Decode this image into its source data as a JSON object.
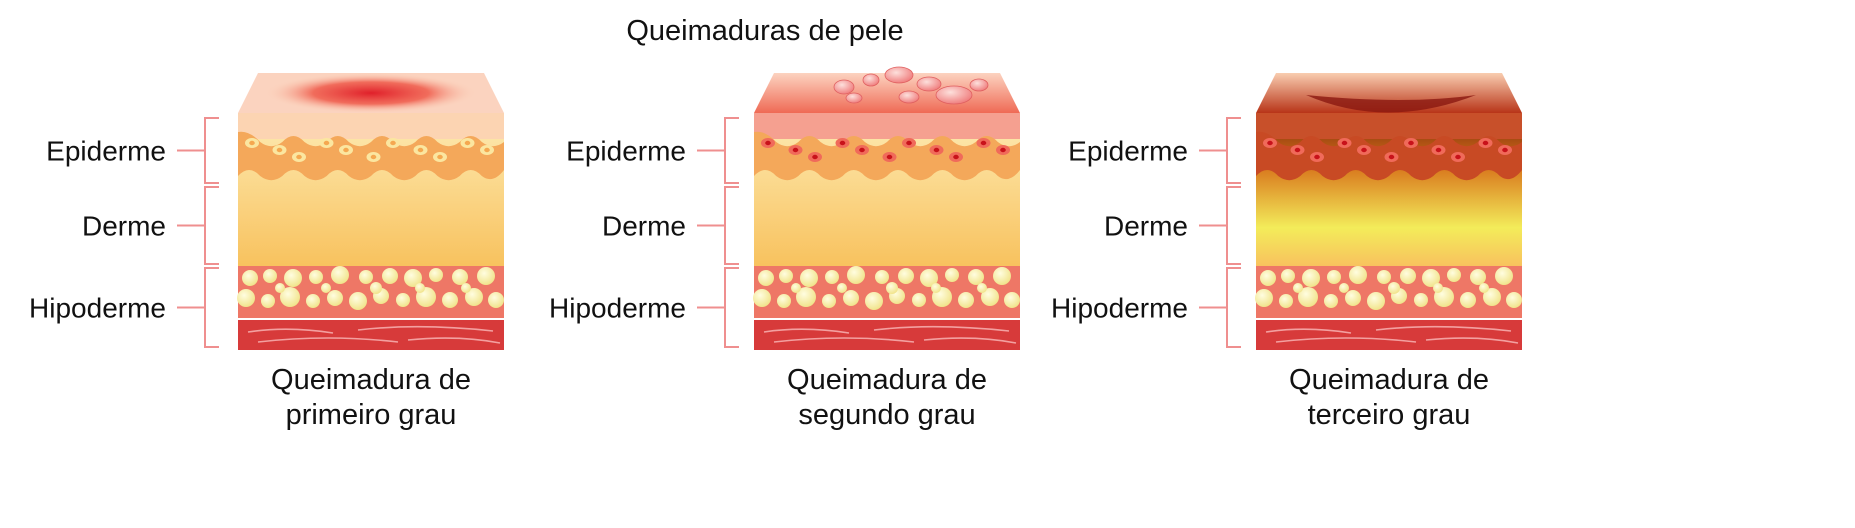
{
  "title": "Queimaduras de pele",
  "layer_labels": {
    "epidermis": "Epiderme",
    "dermis": "Derme",
    "hypodermis": "Hipoderme"
  },
  "panels": [
    {
      "caption_line1": "Queimadura de",
      "caption_line2": "primeiro grau"
    },
    {
      "caption_line1": "Queimadura de",
      "caption_line2": "segundo grau"
    },
    {
      "caption_line1": "Queimadura de",
      "caption_line2": "terceiro grau"
    }
  ],
  "colors": {
    "bracket": "#ef8f8f",
    "burn_red": "#e12a2a",
    "muscle": "#d73a3a",
    "hypodermis_bg": "#ee7766",
    "fat": "#f7f2b0",
    "epidermis_wave": "#f4a85a"
  }
}
